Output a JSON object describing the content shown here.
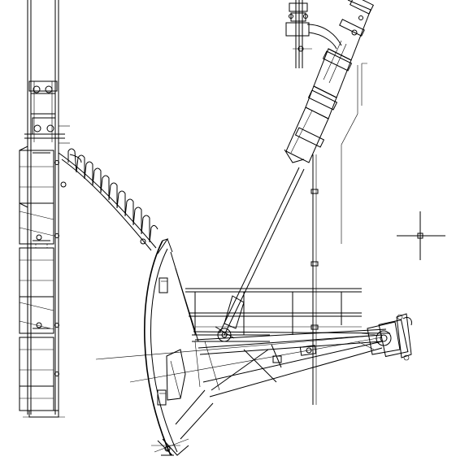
{
  "viewport": {
    "background": "#ffffff",
    "line_color": "#000000"
  },
  "cursor": {
    "icon": "crosshair-cursor-icon"
  },
  "components": [
    "vertical-tower",
    "arc-grate-screen",
    "sector-gate",
    "hydraulic-cylinder",
    "lifting-device",
    "handrail",
    "pivot-hub",
    "guide-rail"
  ]
}
